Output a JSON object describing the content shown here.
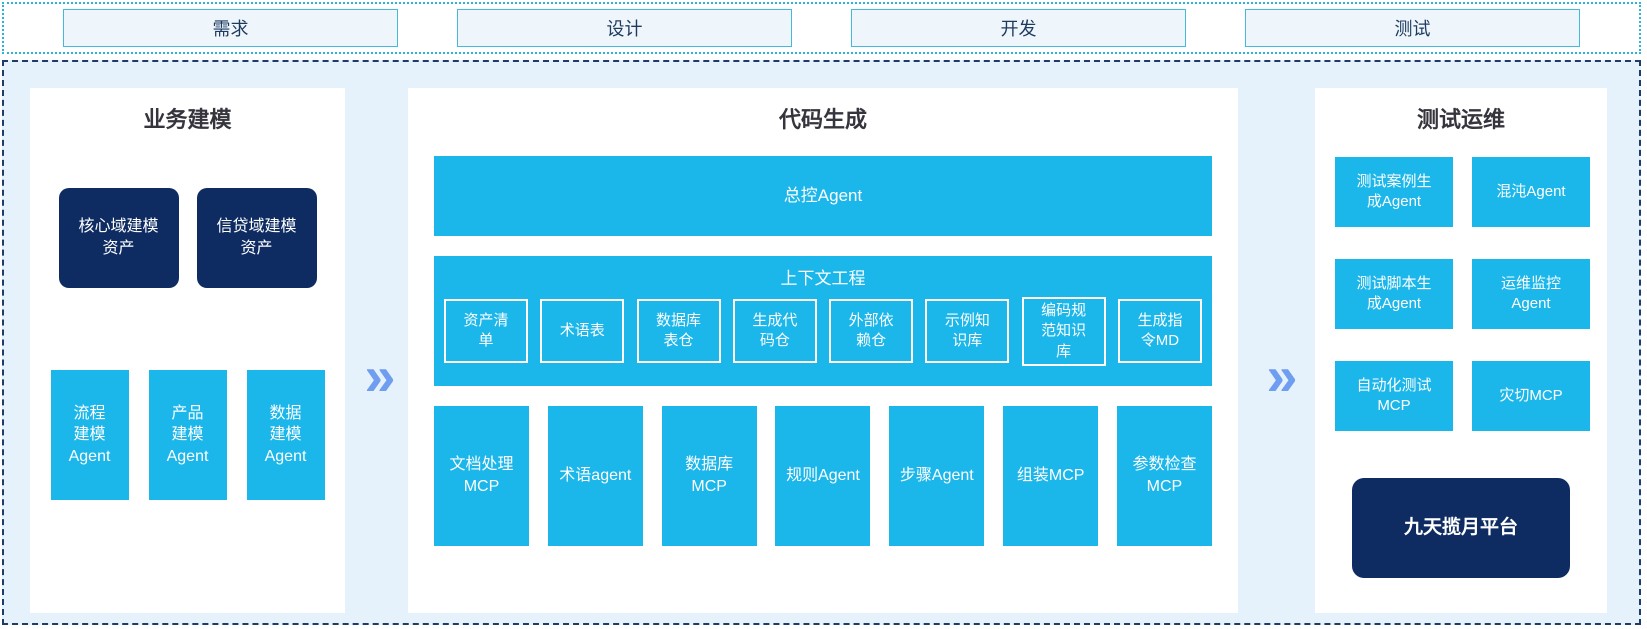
{
  "colors": {
    "cyan": "#1bb6ea",
    "navy": "#0e2c62",
    "arrow": "#6f9df0",
    "strip_border": "#2bb3d8",
    "main_border": "#1d3c6a",
    "main_bg": "#e6f2fb",
    "phase_bg": "#eef6fb",
    "phase_border": "#46b8dc",
    "phase_text": "#1e3a5f",
    "title_text": "#35353d",
    "box_text": "#ffffff"
  },
  "phases": [
    "需求",
    "设计",
    "开发",
    "测试"
  ],
  "arrows": {
    "glyph": "»"
  },
  "business": {
    "title": "业务建模",
    "assets": [
      "核心域建模\n资产",
      "信贷域建模\n资产"
    ],
    "agents": [
      "流程\n建模\nAgent",
      "产品\n建模\nAgent",
      "数据\n建模\nAgent"
    ]
  },
  "codegen": {
    "title": "代码生成",
    "master": "总控Agent",
    "context": {
      "title": "上下文工程",
      "items": [
        "资产清\n单",
        "术语表",
        "数据库\n表仓",
        "生成代\n码仓",
        "外部依\n赖仓",
        "示例知\n识库",
        "编码规\n范知识\n库",
        "生成指\n令MD"
      ]
    },
    "workers": [
      "文档处理\nMCP",
      "术语agent",
      "数据库\nMCP",
      "规则Agent",
      "步骤Agent",
      "组装MCP",
      "参数检查\nMCP"
    ]
  },
  "testops": {
    "title": "测试运维",
    "boxes": [
      "测试案例生\n成Agent",
      "混沌Agent",
      "测试脚本生\n成Agent",
      "运维监控\nAgent",
      "自动化测试\nMCP",
      "灾切MCP"
    ],
    "platform": "九天揽月平台"
  }
}
